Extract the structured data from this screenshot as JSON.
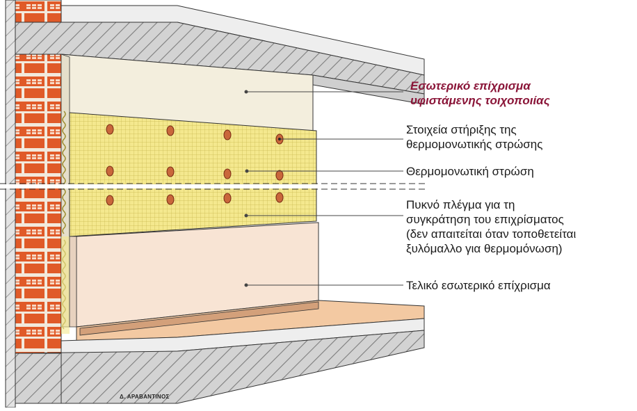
{
  "labels": {
    "interior_plaster_title_1": "Εσωτερικό επίχρισμα",
    "interior_plaster_title_2": "υφιστάμενης τοιχοποιίας",
    "support_elements_1": "Στοιχεία στήριξης της",
    "support_elements_2": "θερμομονωτικής στρώσης",
    "insulation_layer": "Θερμομονωτική στρώση",
    "mesh_1": "Πυκνό πλέγμα για τη",
    "mesh_2": "συγκράτηση του επιχρίσματος",
    "mesh_3": "(δεν απαιτείται όταν τοποθετείται",
    "mesh_4": "ξυλόμαλλο για θερμομόνωση)",
    "final_plaster": "Τελικό εσωτερικό επίχρισμα"
  },
  "signature": "Δ. ΑΡΑΒΑΝΤΙΝΟΣ",
  "colors": {
    "brick": "#e25a2a",
    "concrete_hatch": "#8c8c8c",
    "insulation": "#f3e58a",
    "plaster_existing": "#f4efe0",
    "plaster_final": "#f7e3d3",
    "accent_red": "#8a1538"
  }
}
